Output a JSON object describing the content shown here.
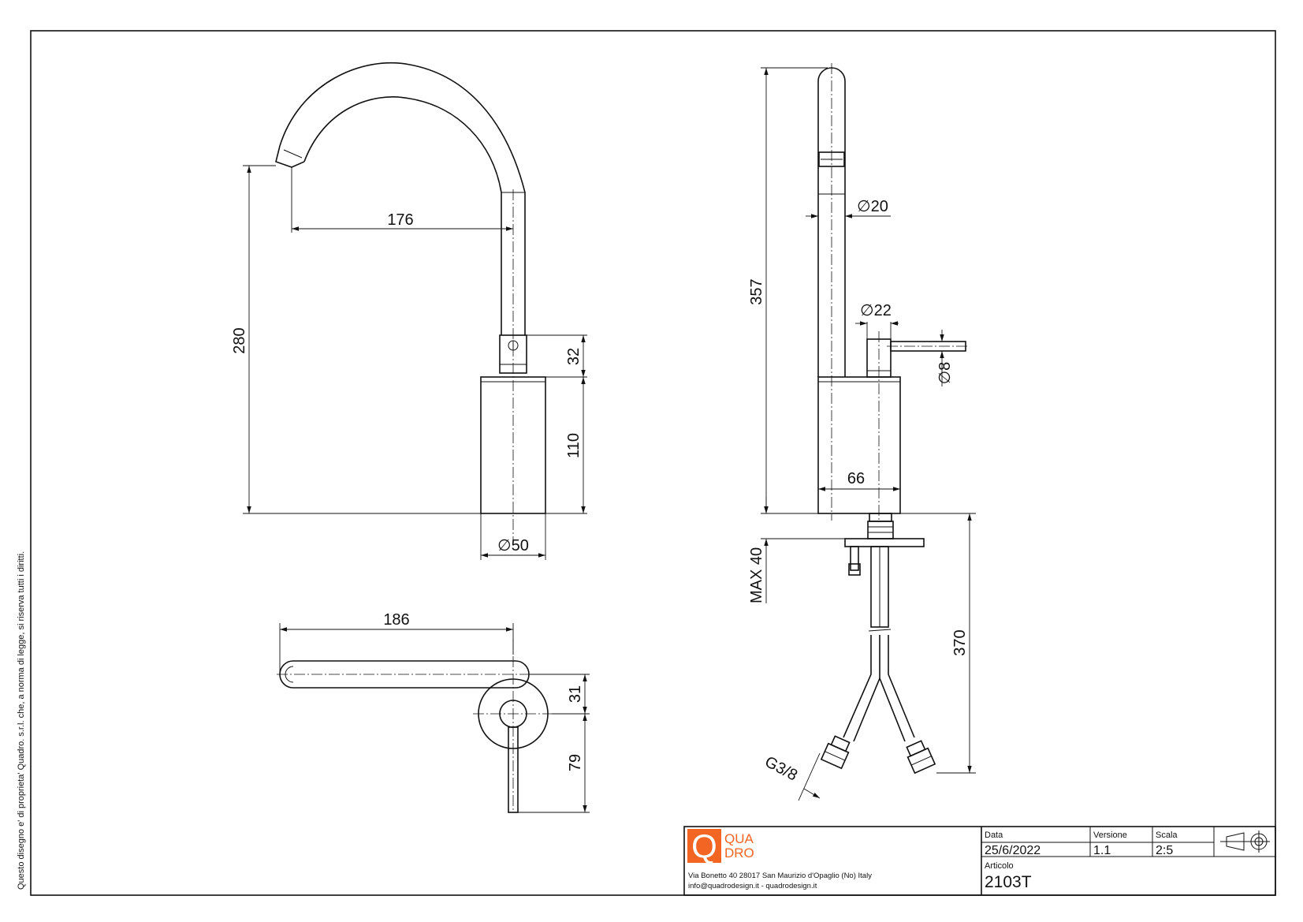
{
  "copyright_note": "Questo disegno e' di proprieta' Quadro. s.r.l. che, a norma di legge, si riserva tutti i diritti.",
  "dimensions": {
    "spout_reach": "176",
    "total_height": "280",
    "collar_height": "32",
    "body_height": "110",
    "body_diameter": "∅50",
    "lever_length": "186",
    "lever_offset": "31",
    "lever_projection": "79",
    "side_total_height": "357",
    "spout_diameter": "∅20",
    "handle_diameter": "∅22",
    "lever_diameter": "∅8",
    "side_body_width": "66",
    "max_deck": "MAX 40",
    "hose_length": "370",
    "thread": "G3/8"
  },
  "title_block": {
    "logo_letter": "Q",
    "brand_line1": "QUA",
    "brand_line2": "DRO",
    "brand_color": "#f26522",
    "address_line1": "Via Bonetto 40  28017 San Maurizio d'Opaglio (No) Italy",
    "address_line2": "info@quadrodesign.it  -  quadrodesign.it",
    "data_label": "Data",
    "data_value": "25/6/2022",
    "versione_label": "Versione",
    "versione_value": "1.1",
    "scala_label": "Scala",
    "scala_value": "2:5",
    "articolo_label": "Articolo",
    "articolo_value": "2103T",
    "projection_symbol": "first-angle-projection-icon"
  }
}
